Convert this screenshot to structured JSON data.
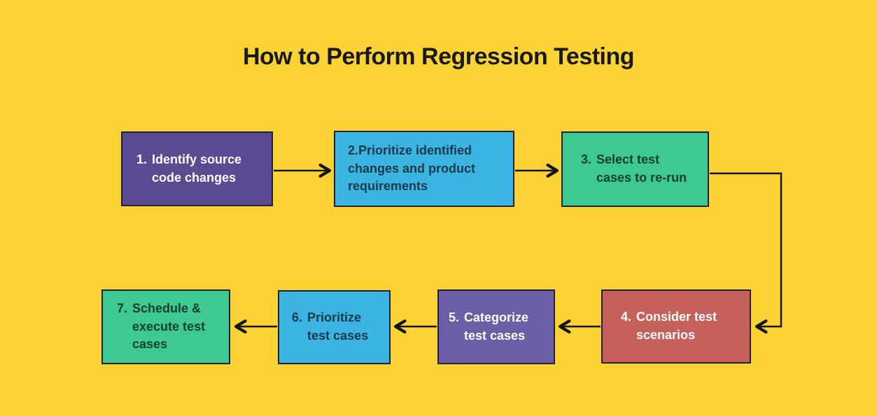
{
  "title": "How to Perform Regression Testing",
  "colors": {
    "background": "#fcd335",
    "title_text": "#191919",
    "arrow": "#141414",
    "box_border": "#23203a",
    "purple_dark": "#5b4a91",
    "blue": "#3cb4e1",
    "green": "#3ec993",
    "red": "#c6605b",
    "purple_light": "#6b5ea6"
  },
  "flow": {
    "boxes": [
      {
        "number": "1.",
        "label": "Identify source code changes",
        "bg": "#5b4a91",
        "text": "#ffffff"
      },
      {
        "number": "2.",
        "label": "Prioritize identified changes and product requirements",
        "bg": "#3cb4e1",
        "text": "#17394b"
      },
      {
        "number": "3.",
        "label": "Select test cases to re-run",
        "bg": "#3ec993",
        "text": "#0f402c"
      },
      {
        "number": "4.",
        "label": "Consider test scenarios",
        "bg": "#c6605b",
        "text": "#ffffff"
      },
      {
        "number": "5.",
        "label": "Categorize test cases",
        "bg": "#6b5ea6",
        "text": "#ffffff"
      },
      {
        "number": "6.",
        "label": "Prioritize test cases",
        "bg": "#3cb4e1",
        "text": "#17394b"
      },
      {
        "number": "7.",
        "label": "Schedule & execute test cases",
        "bg": "#3ec993",
        "text": "#0f402c"
      }
    ]
  }
}
